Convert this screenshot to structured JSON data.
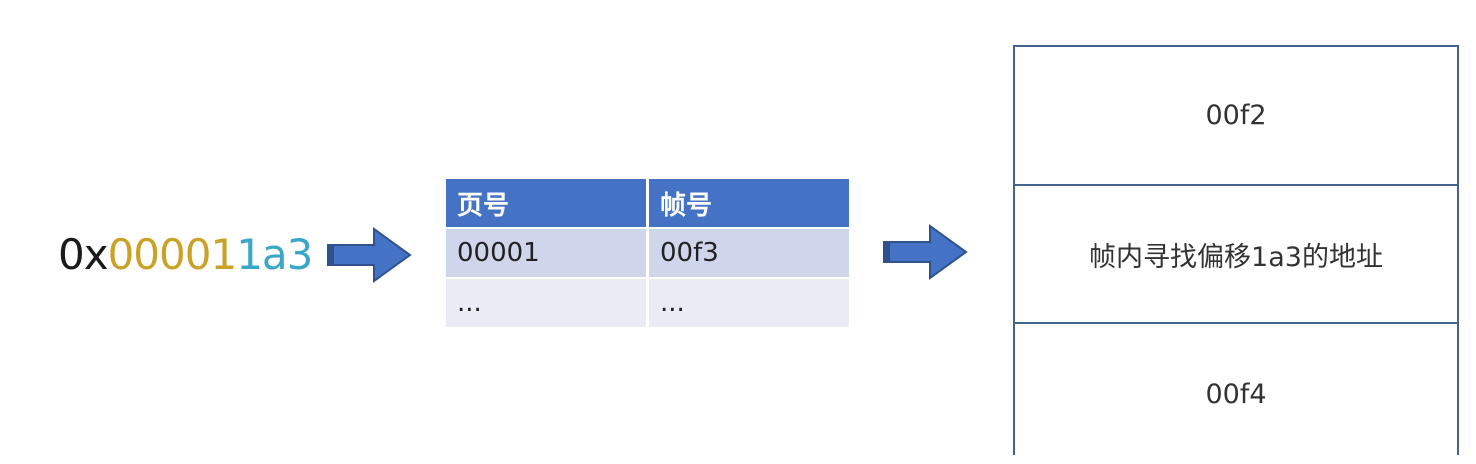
{
  "address": {
    "prefix": "0x",
    "page_part": "00001",
    "offset_part": "1a3",
    "colors": {
      "prefix": "#1a1a1a",
      "page": "#c9a227",
      "offset": "#3aa7c9"
    }
  },
  "page_table": {
    "headers": [
      "页号",
      "帧号"
    ],
    "rows": [
      [
        "00001",
        "00f3"
      ],
      [
        "...",
        "..."
      ]
    ],
    "header_color": "#4472c4"
  },
  "frames": {
    "cells": [
      "00f2",
      "帧内寻找偏移1a3的地址",
      "00f4"
    ],
    "border_color": "#44648c"
  },
  "arrows": {
    "icon": "right-arrow-icon",
    "color": "#4472c4"
  }
}
